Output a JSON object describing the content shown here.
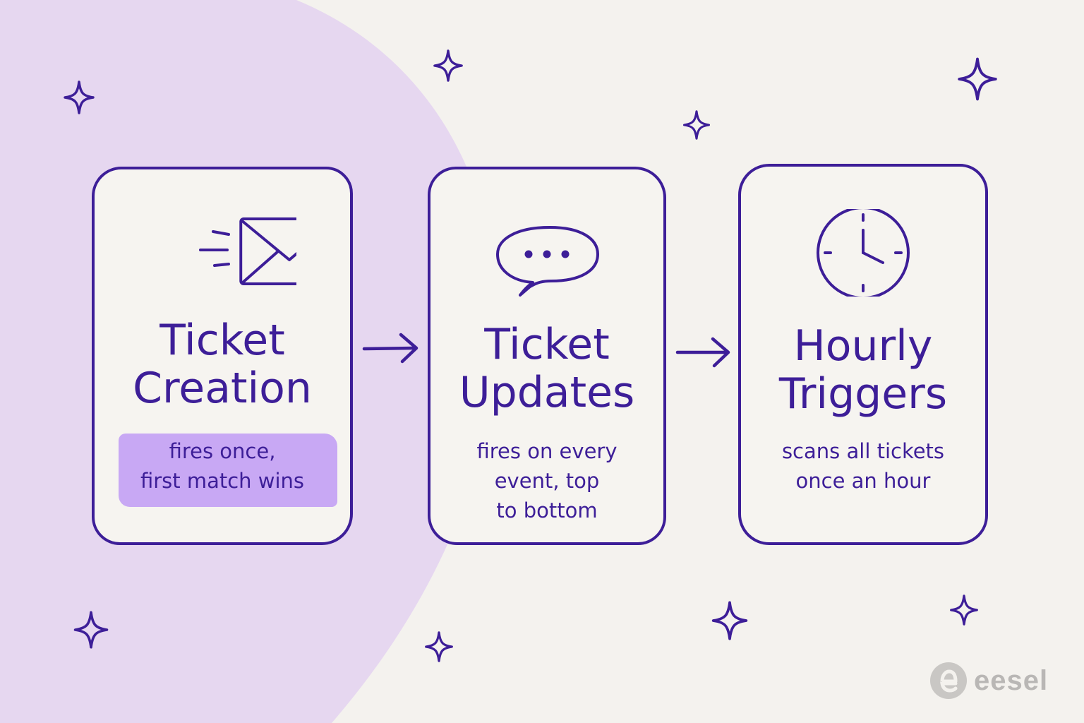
{
  "colors": {
    "background": "#F4F2EE",
    "blob": "#E6D7F0",
    "ink": "#3D1E98",
    "highlight": "#C8A8F4",
    "brand_gray": "#B9B7B5"
  },
  "steps": [
    {
      "icon": "envelope-icon",
      "title_lines": [
        "Ticket",
        "Creation"
      ],
      "desc_lines": [
        "fires once,",
        "first match wins"
      ],
      "highlighted": true
    },
    {
      "icon": "speech-bubble-icon",
      "title_lines": [
        "Ticket",
        "Updates"
      ],
      "desc_lines": [
        "fires on every",
        "event, top",
        "to bottom"
      ],
      "highlighted": false
    },
    {
      "icon": "clock-icon",
      "title_lines": [
        "Hourly",
        "Triggers"
      ],
      "desc_lines": [
        "scans all tickets",
        "once an hour"
      ],
      "highlighted": false
    }
  ],
  "brand": {
    "name": "eesel",
    "icon": "eesel-logo-icon"
  }
}
